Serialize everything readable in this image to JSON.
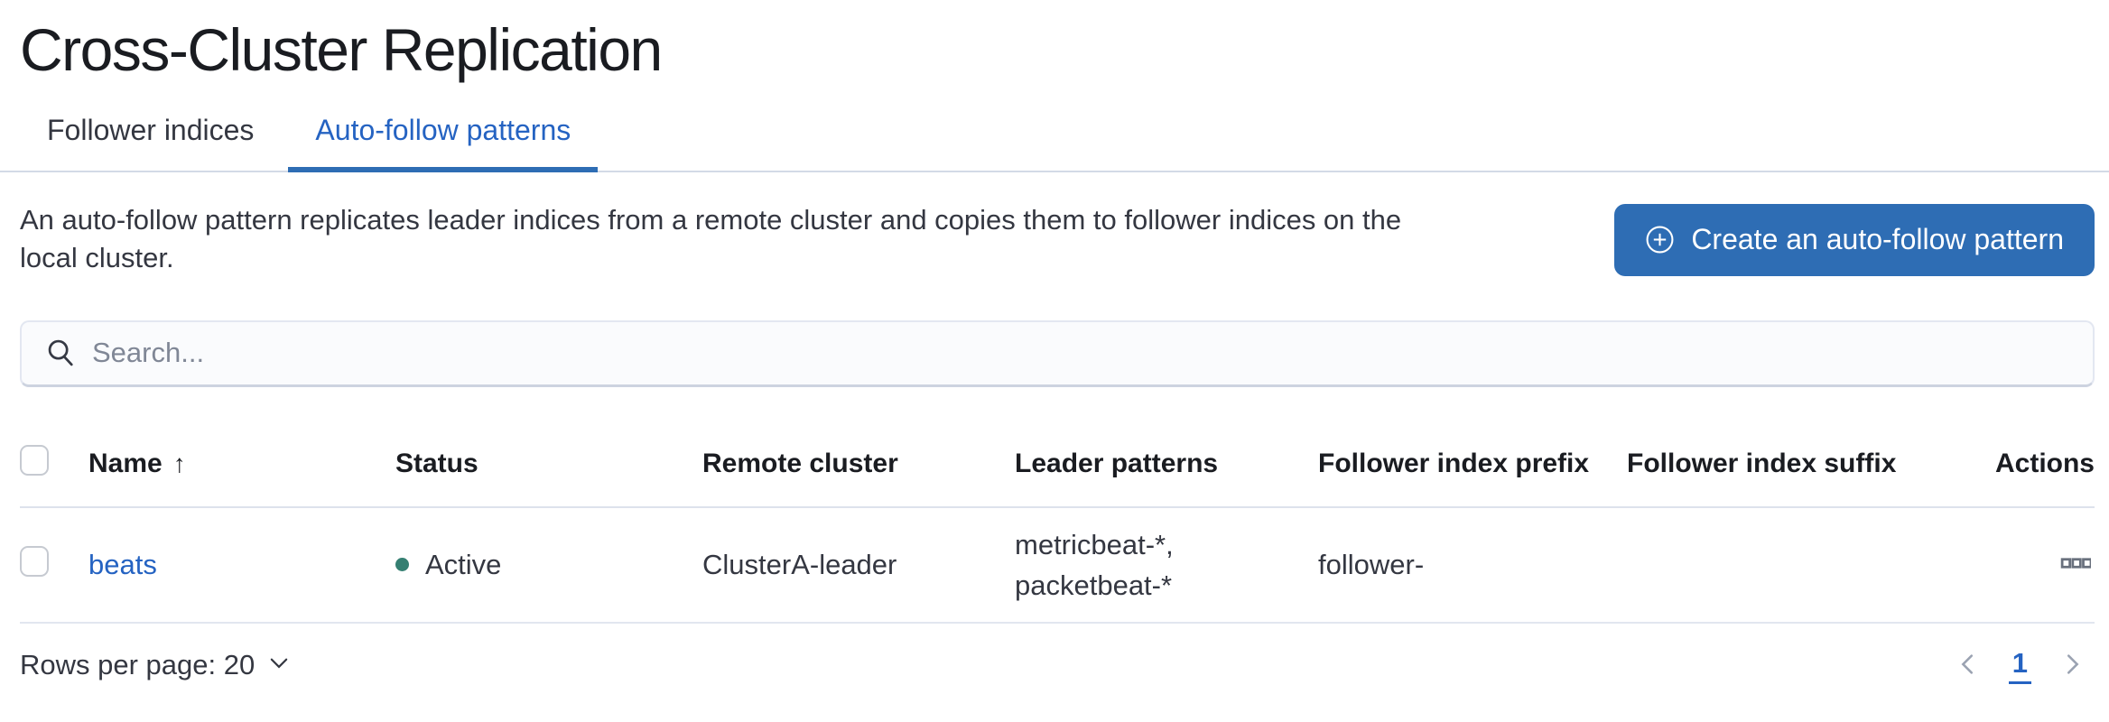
{
  "page": {
    "title": "Cross-Cluster Replication"
  },
  "tabs": [
    {
      "label": "Follower indices",
      "active": false
    },
    {
      "label": "Auto-follow patterns",
      "active": true
    }
  ],
  "header": {
    "description": "An auto-follow pattern replicates leader indices from a remote cluster and copies them to follower indices on the local cluster.",
    "create_button_label": "Create an auto-follow pattern"
  },
  "search": {
    "placeholder": "Search...",
    "value": ""
  },
  "table": {
    "columns": {
      "name": "Name",
      "status": "Status",
      "remote_cluster": "Remote cluster",
      "leader_patterns": "Leader patterns",
      "follower_index_prefix": "Follower index prefix",
      "follower_index_suffix": "Follower index suffix",
      "actions": "Actions"
    },
    "sort": {
      "column": "Name",
      "direction": "ascending",
      "arrow": "↑"
    },
    "rows": [
      {
        "name": "beats",
        "status": "Active",
        "remote_cluster": "ClusterA-leader",
        "leader_patterns_line1": "metricbeat-*,",
        "leader_patterns_line2": "packetbeat-*",
        "follower_index_prefix": "follower-",
        "follower_index_suffix": ""
      }
    ]
  },
  "footer": {
    "rows_per_page_label": "Rows per page: 20",
    "pagination": {
      "current_page": "1"
    }
  },
  "colors": {
    "link_blue": "#2563c2",
    "button_blue": "#2e6db4",
    "status_active_dot": "#357f72"
  }
}
